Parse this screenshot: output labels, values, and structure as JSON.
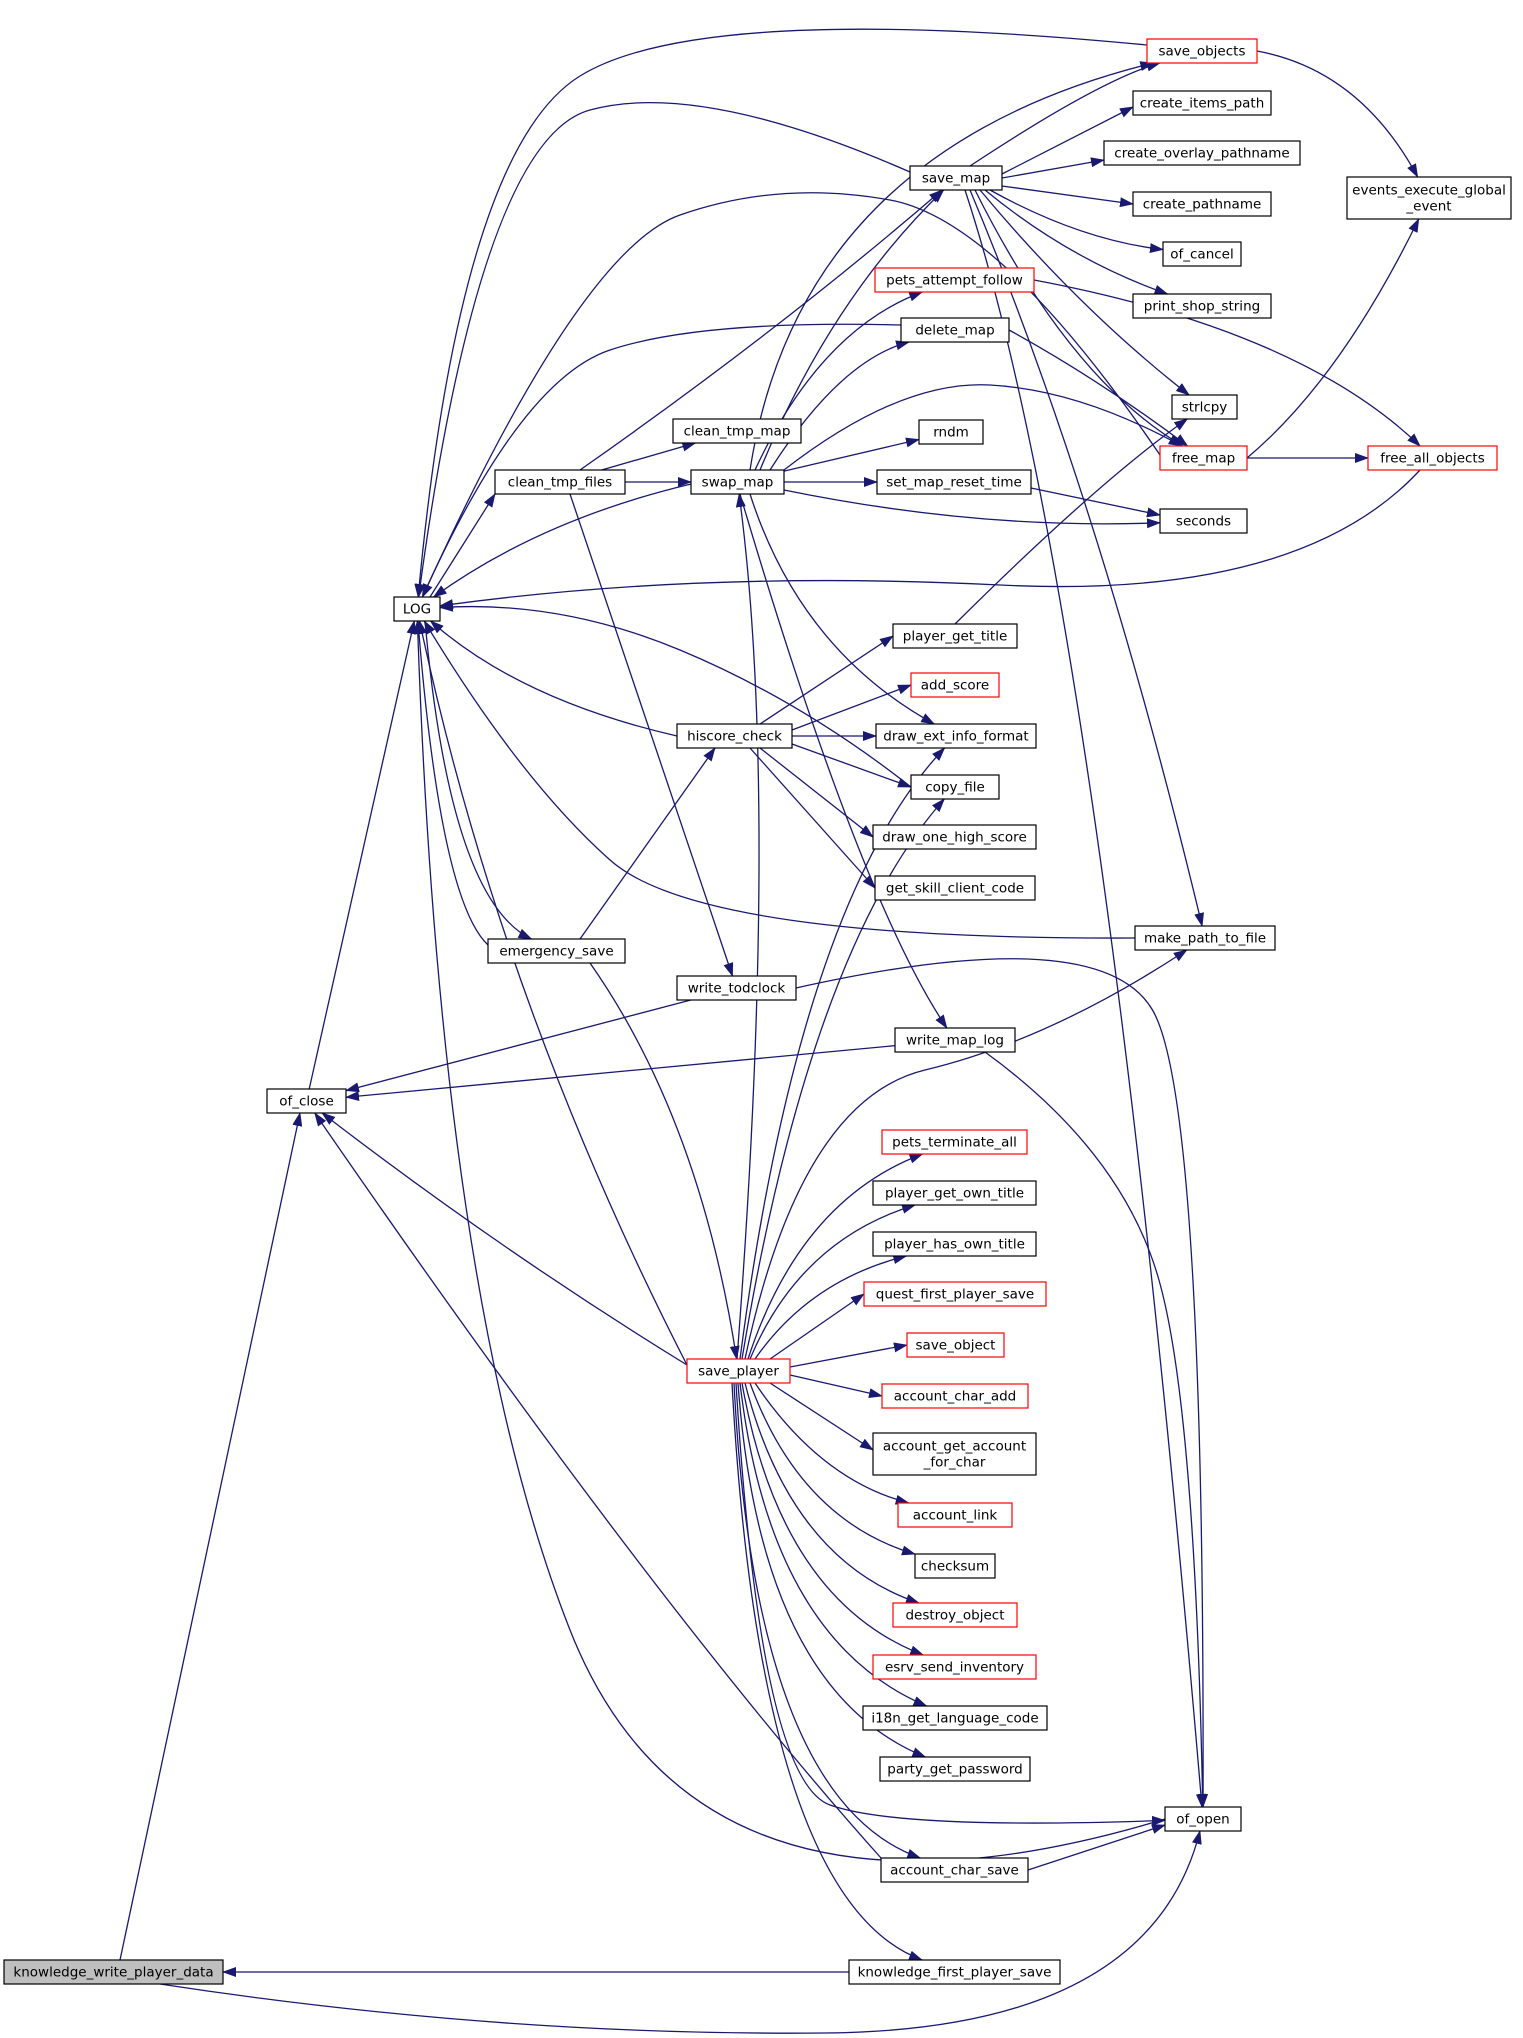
{
  "colors": {
    "edge": "#191970",
    "node_border": "#000000",
    "node_border_truncated": "#ff0000",
    "node_fill": "#ffffff",
    "root_fill": "#bfbfbf",
    "text": "#000000"
  },
  "nodes": {
    "knowledge_write_player_data": {
      "label": [
        "knowledge_write_player_data"
      ],
      "style": "root"
    },
    "of_close": {
      "label": [
        "of_close"
      ],
      "style": "normal"
    },
    "LOG": {
      "label": [
        "LOG"
      ],
      "style": "normal"
    },
    "clean_tmp_files": {
      "label": [
        "clean_tmp_files"
      ],
      "style": "normal"
    },
    "emergency_save": {
      "label": [
        "emergency_save"
      ],
      "style": "normal"
    },
    "clean_tmp_map": {
      "label": [
        "clean_tmp_map"
      ],
      "style": "normal"
    },
    "swap_map": {
      "label": [
        "swap_map"
      ],
      "style": "normal"
    },
    "hiscore_check": {
      "label": [
        "hiscore_check"
      ],
      "style": "normal"
    },
    "write_todclock": {
      "label": [
        "write_todclock"
      ],
      "style": "normal"
    },
    "save_player": {
      "label": [
        "save_player"
      ],
      "style": "truncated"
    },
    "save_objects": {
      "label": [
        "save_objects"
      ],
      "style": "truncated"
    },
    "create_items_path": {
      "label": [
        "create_items_path"
      ],
      "style": "normal"
    },
    "save_map": {
      "label": [
        "save_map"
      ],
      "style": "normal"
    },
    "create_overlay_pathname": {
      "label": [
        "create_overlay_pathname"
      ],
      "style": "normal"
    },
    "create_pathname": {
      "label": [
        "create_pathname"
      ],
      "style": "normal"
    },
    "of_cancel": {
      "label": [
        "of_cancel"
      ],
      "style": "normal"
    },
    "pets_attempt_follow": {
      "label": [
        "pets_attempt_follow"
      ],
      "style": "truncated"
    },
    "print_shop_string": {
      "label": [
        "print_shop_string"
      ],
      "style": "normal"
    },
    "delete_map": {
      "label": [
        "delete_map"
      ],
      "style": "normal"
    },
    "strlcpy": {
      "label": [
        "strlcpy"
      ],
      "style": "normal"
    },
    "rndm": {
      "label": [
        "rndm"
      ],
      "style": "normal"
    },
    "free_map": {
      "label": [
        "free_map"
      ],
      "style": "truncated"
    },
    "set_map_reset_time": {
      "label": [
        "set_map_reset_time"
      ],
      "style": "normal"
    },
    "seconds": {
      "label": [
        "seconds"
      ],
      "style": "normal"
    },
    "player_get_title": {
      "label": [
        "player_get_title"
      ],
      "style": "normal"
    },
    "add_score": {
      "label": [
        "add_score"
      ],
      "style": "truncated"
    },
    "draw_ext_info_format": {
      "label": [
        "draw_ext_info_format"
      ],
      "style": "normal"
    },
    "copy_file": {
      "label": [
        "copy_file"
      ],
      "style": "normal"
    },
    "draw_one_high_score": {
      "label": [
        "draw_one_high_score"
      ],
      "style": "normal"
    },
    "get_skill_client_code": {
      "label": [
        "get_skill_client_code"
      ],
      "style": "normal"
    },
    "make_path_to_file": {
      "label": [
        "make_path_to_file"
      ],
      "style": "normal"
    },
    "write_map_log": {
      "label": [
        "write_map_log"
      ],
      "style": "normal"
    },
    "pets_terminate_all": {
      "label": [
        "pets_terminate_all"
      ],
      "style": "truncated"
    },
    "player_get_own_title": {
      "label": [
        "player_get_own_title"
      ],
      "style": "normal"
    },
    "player_has_own_title": {
      "label": [
        "player_has_own_title"
      ],
      "style": "normal"
    },
    "quest_first_player_save": {
      "label": [
        "quest_first_player_save"
      ],
      "style": "truncated"
    },
    "save_object": {
      "label": [
        "save_object"
      ],
      "style": "truncated"
    },
    "account_char_add": {
      "label": [
        "account_char_add"
      ],
      "style": "truncated"
    },
    "account_get_account_for_char": {
      "label": [
        "account_get_account",
        "_for_char"
      ],
      "style": "normal"
    },
    "account_link": {
      "label": [
        "account_link"
      ],
      "style": "truncated"
    },
    "checksum": {
      "label": [
        "checksum"
      ],
      "style": "normal"
    },
    "destroy_object": {
      "label": [
        "destroy_object"
      ],
      "style": "truncated"
    },
    "esrv_send_inventory": {
      "label": [
        "esrv_send_inventory"
      ],
      "style": "truncated"
    },
    "i18n_get_language_code": {
      "label": [
        "i18n_get_language_code"
      ],
      "style": "normal"
    },
    "party_get_password": {
      "label": [
        "party_get_password"
      ],
      "style": "normal"
    },
    "of_open": {
      "label": [
        "of_open"
      ],
      "style": "normal"
    },
    "account_char_save": {
      "label": [
        "account_char_save"
      ],
      "style": "normal"
    },
    "knowledge_first_player_save": {
      "label": [
        "knowledge_first_player_save"
      ],
      "style": "normal"
    },
    "events_execute_global_event": {
      "label": [
        "events_execute_global",
        "_event"
      ],
      "style": "normal"
    },
    "free_all_objects": {
      "label": [
        "free_all_objects"
      ],
      "style": "truncated"
    }
  },
  "edges": [
    [
      "knowledge_write_player_data",
      "of_close"
    ],
    [
      "knowledge_write_player_data",
      "of_open"
    ],
    [
      "knowledge_first_player_save",
      "knowledge_write_player_data"
    ],
    [
      "of_close",
      "LOG"
    ],
    [
      "save_objects",
      "LOG"
    ],
    [
      "save_map",
      "LOG"
    ],
    [
      "free_map",
      "LOG"
    ],
    [
      "delete_map",
      "LOG"
    ],
    [
      "swap_map",
      "LOG"
    ],
    [
      "free_all_objects",
      "LOG"
    ],
    [
      "hiscore_check",
      "LOG"
    ],
    [
      "copy_file",
      "LOG"
    ],
    [
      "make_path_to_file",
      "LOG"
    ],
    [
      "emergency_save",
      "LOG"
    ],
    [
      "save_player",
      "LOG"
    ],
    [
      "of_open",
      "LOG"
    ],
    [
      "LOG",
      "clean_tmp_files"
    ],
    [
      "LOG",
      "emergency_save"
    ],
    [
      "clean_tmp_files",
      "clean_tmp_map"
    ],
    [
      "clean_tmp_files",
      "swap_map"
    ],
    [
      "clean_tmp_files",
      "save_map"
    ],
    [
      "clean_tmp_files",
      "write_todclock"
    ],
    [
      "emergency_save",
      "hiscore_check"
    ],
    [
      "emergency_save",
      "save_player"
    ],
    [
      "write_todclock",
      "of_close"
    ],
    [
      "write_todclock",
      "of_open"
    ],
    [
      "write_map_log",
      "of_close"
    ],
    [
      "write_map_log",
      "of_open"
    ],
    [
      "save_player",
      "of_close"
    ],
    [
      "account_char_save",
      "of_close"
    ],
    [
      "save_map",
      "save_objects"
    ],
    [
      "save_map",
      "create_items_path"
    ],
    [
      "save_map",
      "create_overlay_pathname"
    ],
    [
      "save_map",
      "create_pathname"
    ],
    [
      "save_map",
      "of_cancel"
    ],
    [
      "save_map",
      "print_shop_string"
    ],
    [
      "save_map",
      "strlcpy"
    ],
    [
      "save_map",
      "free_map"
    ],
    [
      "save_map",
      "make_path_to_file"
    ],
    [
      "save_map",
      "of_open"
    ],
    [
      "save_objects",
      "events_execute_global_event"
    ],
    [
      "swap_map",
      "save_map"
    ],
    [
      "swap_map",
      "pets_attempt_follow"
    ],
    [
      "swap_map",
      "delete_map"
    ],
    [
      "swap_map",
      "rndm"
    ],
    [
      "swap_map",
      "free_map"
    ],
    [
      "swap_map",
      "set_map_reset_time"
    ],
    [
      "swap_map",
      "seconds"
    ],
    [
      "swap_map",
      "draw_ext_info_format"
    ],
    [
      "swap_map",
      "write_map_log"
    ],
    [
      "swap_map",
      "save_objects"
    ],
    [
      "pets_attempt_follow",
      "free_all_objects"
    ],
    [
      "delete_map",
      "free_map"
    ],
    [
      "free_map",
      "free_all_objects"
    ],
    [
      "free_map",
      "events_execute_global_event"
    ],
    [
      "set_map_reset_time",
      "seconds"
    ],
    [
      "player_get_title",
      "strlcpy"
    ],
    [
      "hiscore_check",
      "player_get_title"
    ],
    [
      "hiscore_check",
      "add_score"
    ],
    [
      "hiscore_check",
      "draw_ext_info_format"
    ],
    [
      "hiscore_check",
      "copy_file"
    ],
    [
      "hiscore_check",
      "draw_one_high_score"
    ],
    [
      "hiscore_check",
      "get_skill_client_code"
    ],
    [
      "save_player",
      "draw_ext_info_format"
    ],
    [
      "save_player",
      "copy_file"
    ],
    [
      "save_player",
      "make_path_to_file"
    ],
    [
      "save_player",
      "pets_terminate_all"
    ],
    [
      "save_player",
      "player_get_own_title"
    ],
    [
      "save_player",
      "player_has_own_title"
    ],
    [
      "save_player",
      "quest_first_player_save"
    ],
    [
      "save_player",
      "save_object"
    ],
    [
      "save_player",
      "account_char_add"
    ],
    [
      "save_player",
      "account_get_account_for_char"
    ],
    [
      "save_player",
      "account_link"
    ],
    [
      "save_player",
      "checksum"
    ],
    [
      "save_player",
      "destroy_object"
    ],
    [
      "save_player",
      "esrv_send_inventory"
    ],
    [
      "save_player",
      "i18n_get_language_code"
    ],
    [
      "save_player",
      "party_get_password"
    ],
    [
      "save_player",
      "of_open"
    ],
    [
      "save_player",
      "account_char_save"
    ],
    [
      "save_player",
      "knowledge_first_player_save"
    ],
    [
      "save_player",
      "swap_map"
    ],
    [
      "account_char_save",
      "of_open"
    ]
  ]
}
